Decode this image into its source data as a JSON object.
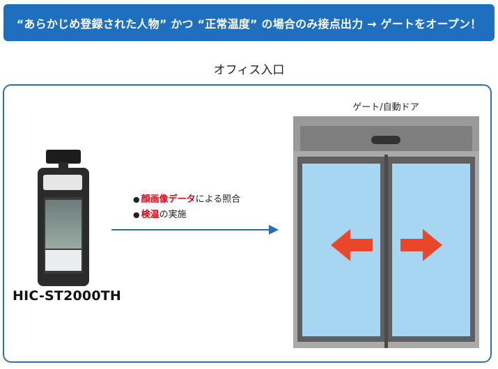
{
  "banner": {
    "text": "“あらかじめ登録された人物” かつ “正常温度” の場合のみ接点出力 → ゲートをオープン！"
  },
  "office": {
    "title": "オフィス入口"
  },
  "gate": {
    "title": "ゲート/自動ドア"
  },
  "device": {
    "name": "HIC-ST2000TH"
  },
  "features": [
    {
      "bullet": "●",
      "highlight": "顔画像データ",
      "rest": "による照合"
    },
    {
      "bullet": "●",
      "highlight": "検温",
      "rest": "の実施"
    }
  ],
  "colors": {
    "banner": "#1f6fbf",
    "frame": "#2a6fb4",
    "highlight": "#e60012",
    "arrow": "#e8472a",
    "glass": "#a6d6f1"
  },
  "icons": [
    "left-arrow-icon",
    "right-arrow-icon",
    "flow-arrow-icon",
    "face-terminal-icon"
  ]
}
